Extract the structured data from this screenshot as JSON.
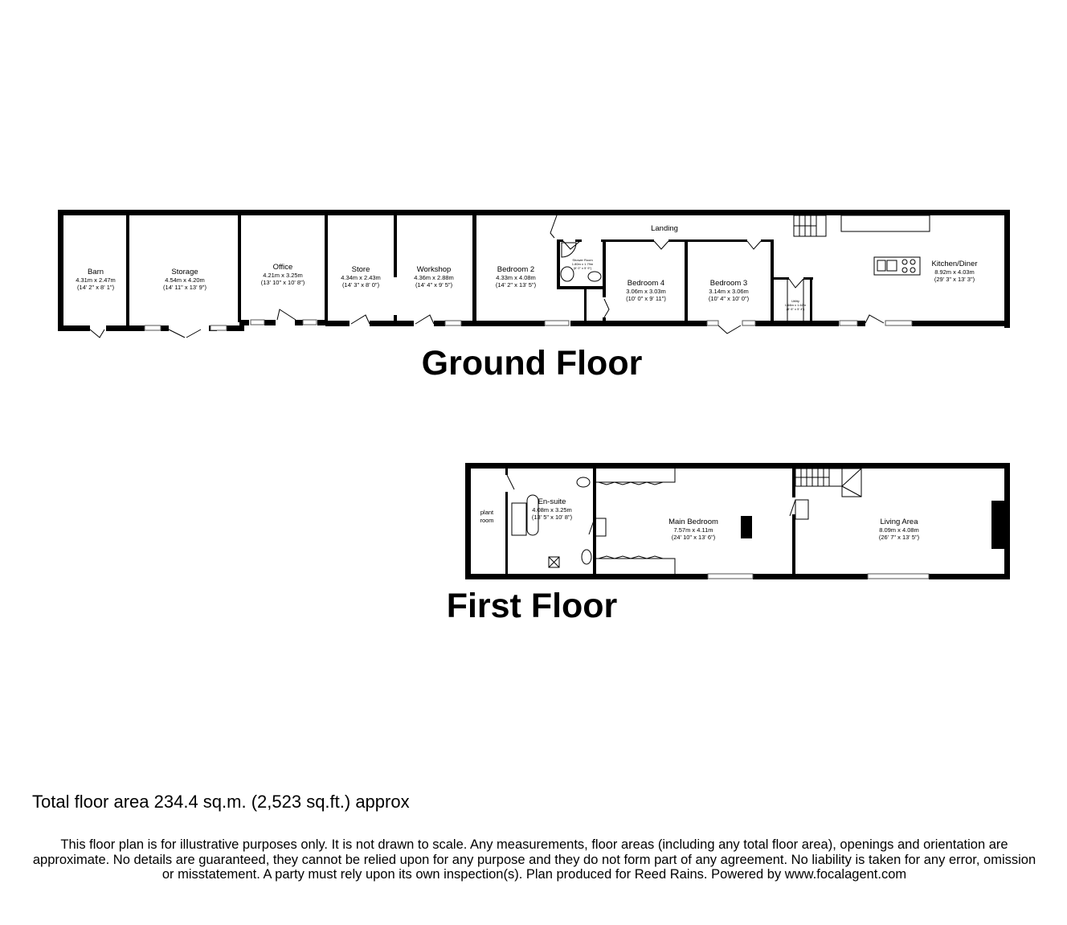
{
  "ground_floor": {
    "title": "Ground Floor",
    "rooms": [
      {
        "name": "Barn",
        "metric": "4.31m x 2.47m",
        "imperial": "(14' 2\" x 8' 1\")"
      },
      {
        "name": "Storage",
        "metric": "4.54m x 4.20m",
        "imperial": "(14' 11\" x 13' 9\")"
      },
      {
        "name": "Office",
        "metric": "4.21m x 3.25m",
        "imperial": "(13' 10\" x 10' 8\")"
      },
      {
        "name": "Store",
        "metric": "4.34m x 2.43m",
        "imperial": "(14' 3\" x 8' 0\")"
      },
      {
        "name": "Workshop",
        "metric": "4.36m x 2.88m",
        "imperial": "(14' 4\" x 9' 5\")"
      },
      {
        "name": "Bedroom 2",
        "metric": "4.33m x 4.08m",
        "imperial": "(14' 2\" x 13' 5\")"
      },
      {
        "name": "Shower Room",
        "metric": "1.80m x 1.79m",
        "imperial": "(6' 0\" x 5' 9\")"
      },
      {
        "name": "Bedroom 4",
        "metric": "3.06m x 3.03m",
        "imperial": "(10' 0\" x 9' 11\")"
      },
      {
        "name": "Bedroom 3",
        "metric": "3.14m x 3.06m",
        "imperial": "(10' 4\" x 10' 0\")"
      },
      {
        "name": "Utility",
        "metric": "1.68m x 1.62m",
        "imperial": "(5' 6\" x 5' 4\")"
      },
      {
        "name": "Kitchen/Diner",
        "metric": "8.92m x 4.03m",
        "imperial": "(29' 3\" x 13' 3\")"
      }
    ],
    "landing": "Landing"
  },
  "first_floor": {
    "title": "First Floor",
    "plant_room": [
      "plant",
      "room"
    ],
    "rooms": [
      {
        "name": "En-suite",
        "metric": "4.08m x 3.25m",
        "imperial": "(13' 5\" x 10' 8\")"
      },
      {
        "name": "Main Bedroom",
        "metric": "7.57m x 4.11m",
        "imperial": "(24' 10\" x 13' 6\")"
      },
      {
        "name": "Living Area",
        "metric": "8.09m x 4.08m",
        "imperial": "(26' 7\" x 13' 5\")"
      }
    ]
  },
  "total_area": "Total floor area 234.4 sq.m. (2,523 sq.ft.) approx",
  "disclaimer": "This floor plan is for illustrative purposes only. It is not drawn to scale. Any measurements, floor areas (including any total floor area), openings and orientation are approximate. No details are guaranteed, they cannot be relied upon for any purpose and they do not form part of any agreement. No liability is taken for any error, omission or misstatement. A party must rely upon its own inspection(s). Plan produced for Reed Rains. Powered by www.focalagent.com"
}
